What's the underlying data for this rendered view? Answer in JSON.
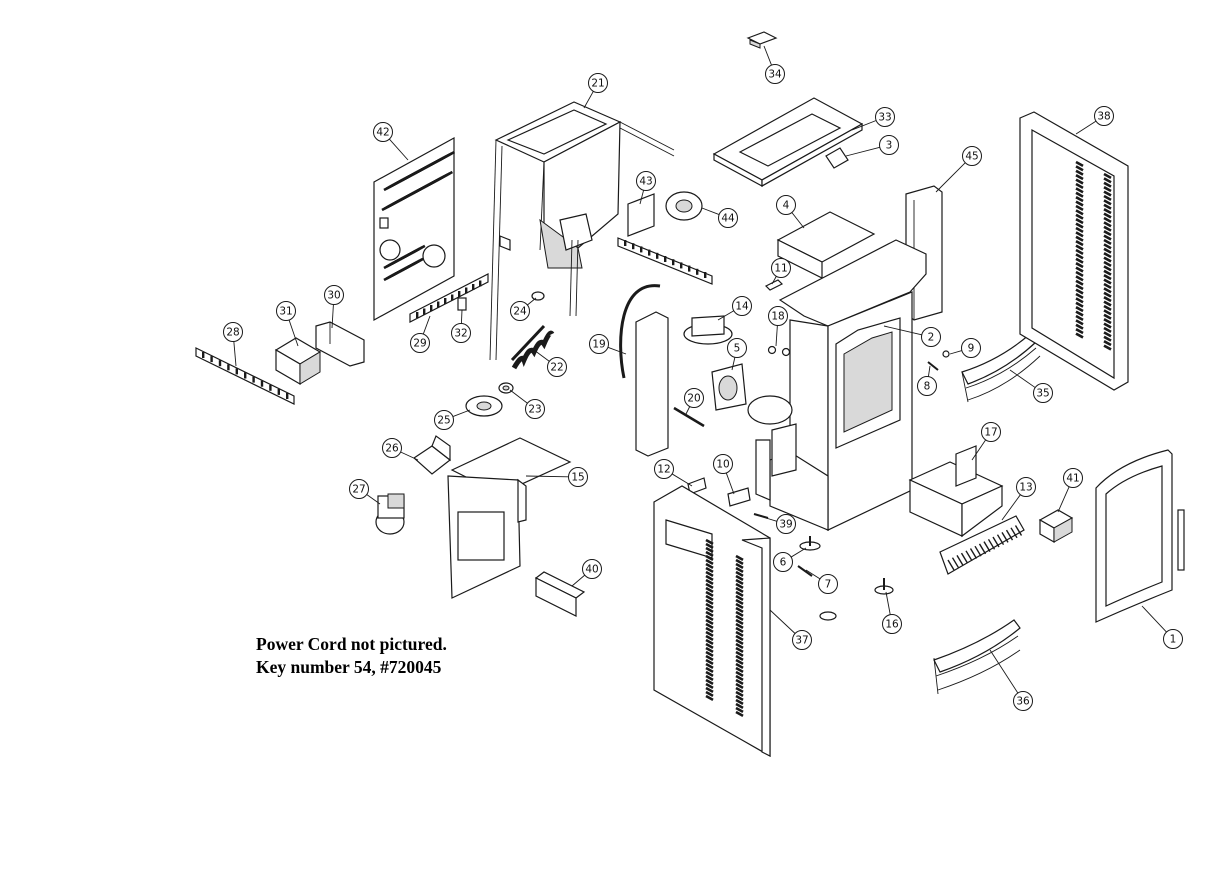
{
  "note": {
    "line1": "Power Cord not pictured.",
    "line2": "Key number 54, #720045"
  },
  "callouts": [
    "1",
    "2",
    "3",
    "4",
    "5",
    "6",
    "7",
    "8",
    "9",
    "10",
    "11",
    "12",
    "13",
    "14",
    "15",
    "16",
    "17",
    "18",
    "19",
    "20",
    "21",
    "22",
    "23",
    "24",
    "25",
    "26",
    "27",
    "28",
    "29",
    "30",
    "31",
    "32",
    "33",
    "34",
    "35",
    "36",
    "37",
    "38",
    "39",
    "40",
    "41",
    "42",
    "43",
    "44",
    "45"
  ]
}
